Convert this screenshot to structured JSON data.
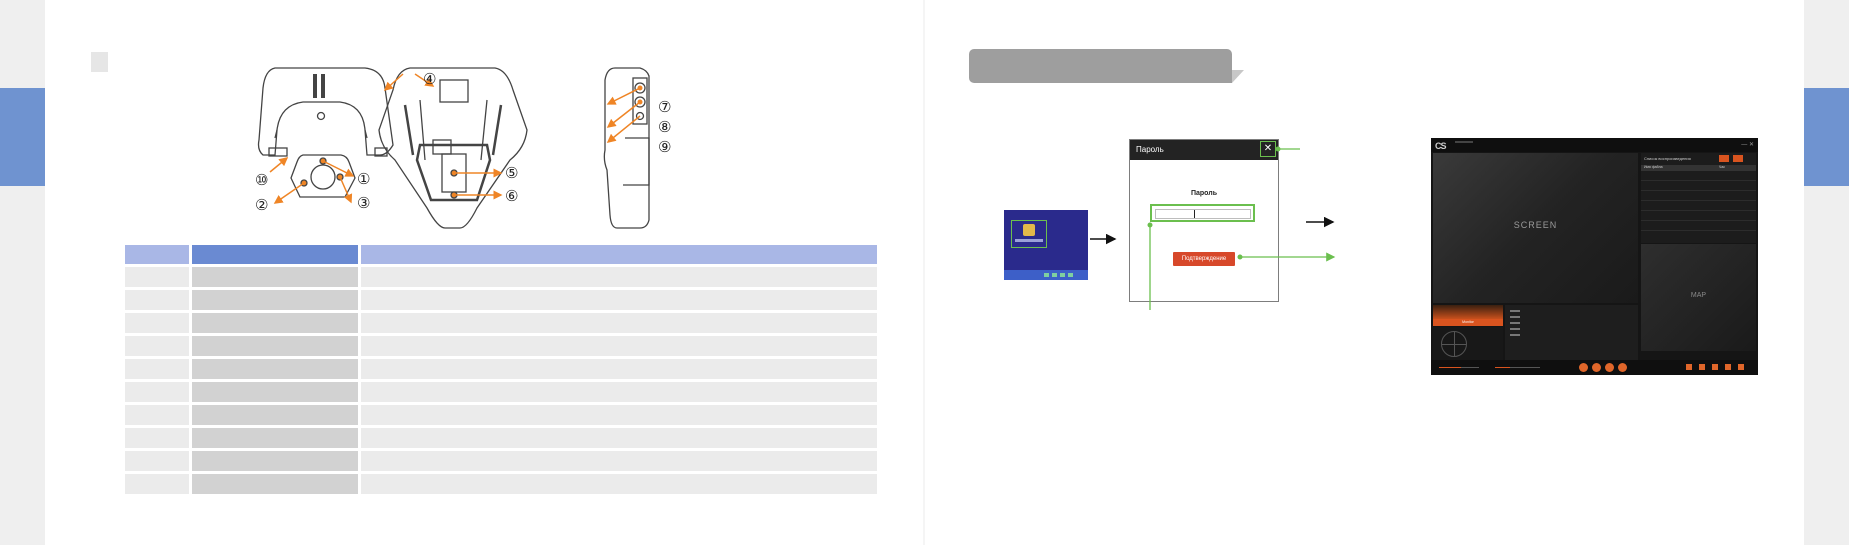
{
  "device_callouts": {
    "n1": "①",
    "n2": "②",
    "n3": "③",
    "n4": "④",
    "n5": "⑤",
    "n6": "⑥",
    "n7": "⑦",
    "n8": "⑧",
    "n9": "⑨",
    "n10": "⑩"
  },
  "colors": {
    "accent_blue": "#6f93d0",
    "callout_orange": "#ef8526",
    "highlight_green": "#6bbf4e",
    "confirm_red": "#d7482a"
  },
  "table": {
    "rows": 10
  },
  "password_dialog": {
    "title": "Пароль",
    "close_glyph": "✕",
    "field_label": "Пароль",
    "confirm_label": "Подтверждение"
  },
  "viewer_app": {
    "logo": "CS",
    "playlist_title": "Список воспроизведения",
    "col_name": "Имя файла",
    "col_time": "Час",
    "screen_label": "SCREEN",
    "map_label": "MAP",
    "graph_tab": "Monitor",
    "window_controls": "— ✕"
  }
}
